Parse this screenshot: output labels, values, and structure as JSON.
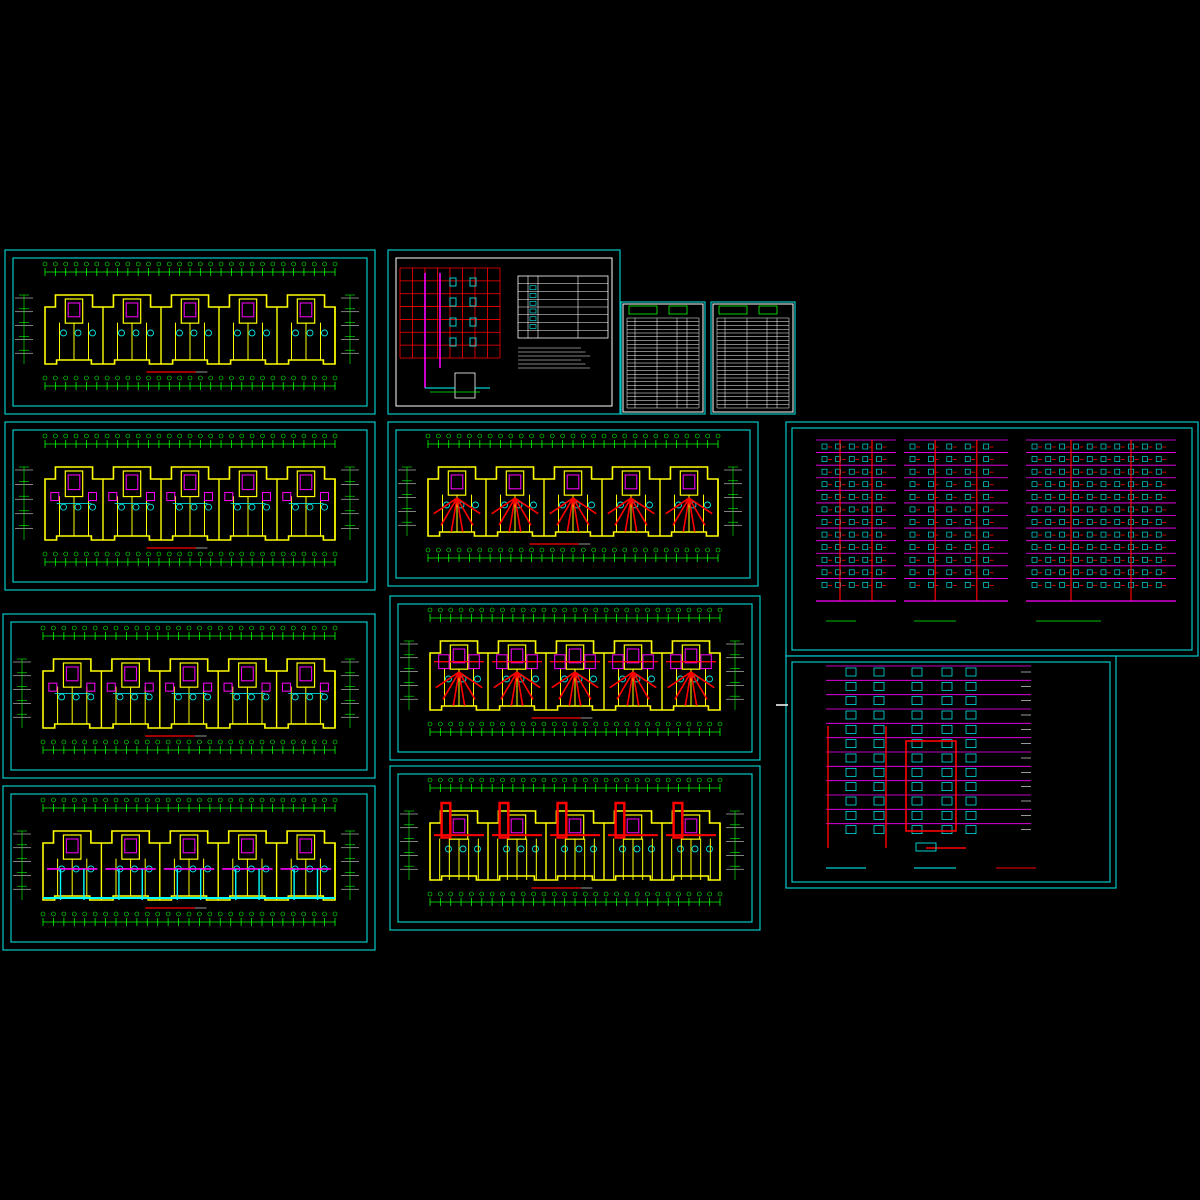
{
  "drawing": {
    "background": "#000000",
    "colors": {
      "frame": "#00c8c8",
      "wall": "#ffff00",
      "dim": "#00ff00",
      "pipe": "#ff0000",
      "riser": "#ff00ff",
      "fixture": "#00ffff",
      "text": "#ffffff",
      "table_header": "#00ff00"
    },
    "sheets": [
      {
        "id": "plan-1",
        "kind": "floor-plan",
        "variant": "basic",
        "units": 5
      },
      {
        "id": "plan-2",
        "kind": "floor-plan",
        "variant": "fixtures",
        "units": 5
      },
      {
        "id": "plan-3",
        "kind": "floor-plan",
        "variant": "detailed",
        "units": 5
      },
      {
        "id": "plan-4",
        "kind": "floor-plan",
        "variant": "drain",
        "units": 5
      },
      {
        "id": "plan-5",
        "kind": "floor-plan",
        "variant": "heating",
        "units": 5
      },
      {
        "id": "plan-6",
        "kind": "floor-plan",
        "variant": "heating-dense",
        "units": 5
      },
      {
        "id": "plan-7",
        "kind": "floor-plan",
        "variant": "basement",
        "units": 5
      },
      {
        "id": "system-schematic",
        "kind": "schematic"
      },
      {
        "id": "material-list-1",
        "kind": "table"
      },
      {
        "id": "material-list-2",
        "kind": "table"
      },
      {
        "id": "riser-diagrams-1",
        "kind": "riser",
        "floors": 12
      },
      {
        "id": "riser-diagrams-2",
        "kind": "riser2",
        "floors": 12
      }
    ]
  }
}
